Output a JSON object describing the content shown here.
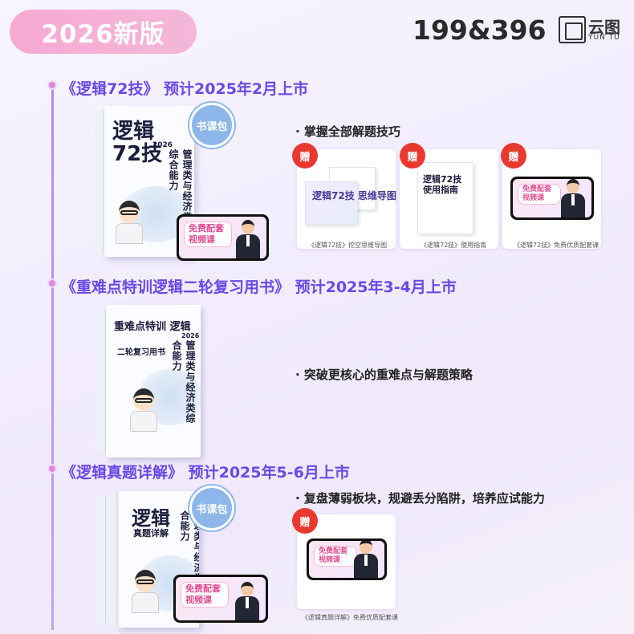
{
  "badge": "2026新版",
  "code": "199&396",
  "logo": {
    "name": "云图",
    "sub": "YUN TU"
  },
  "sections": [
    {
      "heading": "《逻辑72技》 预计2025年2月上市",
      "bullet": "· 掌握全部解题技巧",
      "book": {
        "title": "逻辑72技",
        "year": "2026",
        "vertical": "管理类与经济类综合能力",
        "stamp": "书课包",
        "phone_label": "免费配套视频课"
      },
      "gifts": [
        {
          "mark": "赠",
          "item": "逻辑72技 思维导图",
          "caption": "《逻辑72技》挖空思维导图"
        },
        {
          "mark": "赠",
          "item": "逻辑72技 使用指南",
          "caption": "《逻辑72技》使用指南"
        },
        {
          "mark": "赠",
          "item": "免费配套视频课",
          "caption": "《逻辑72技》免费优质配套课"
        }
      ]
    },
    {
      "heading": "《重难点特训逻辑二轮复习用书》 预计2025年3-4月上市",
      "bullet": "· 突破更核心的重难点与解题策略",
      "book": {
        "title": "重难点特训 逻辑",
        "subtitle": "二轮复习用书",
        "year": "2026",
        "vertical": "管理类与经济类综合能力"
      }
    },
    {
      "heading": "《逻辑真题详解》 预计2025年5-6月上市",
      "bullet": "· 复盘薄弱板块，规避丢分陷阱，培养应试能力",
      "book": {
        "title": "逻辑",
        "subtitle": "真题详解",
        "vertical": "管理类与经济类综合能力",
        "stamp": "书课包",
        "phone_label": "免费配套视频课"
      },
      "gifts": [
        {
          "mark": "赠",
          "item": "免费配套视频课",
          "caption": "《逻辑真题详解》免费优质配套课"
        }
      ]
    }
  ]
}
